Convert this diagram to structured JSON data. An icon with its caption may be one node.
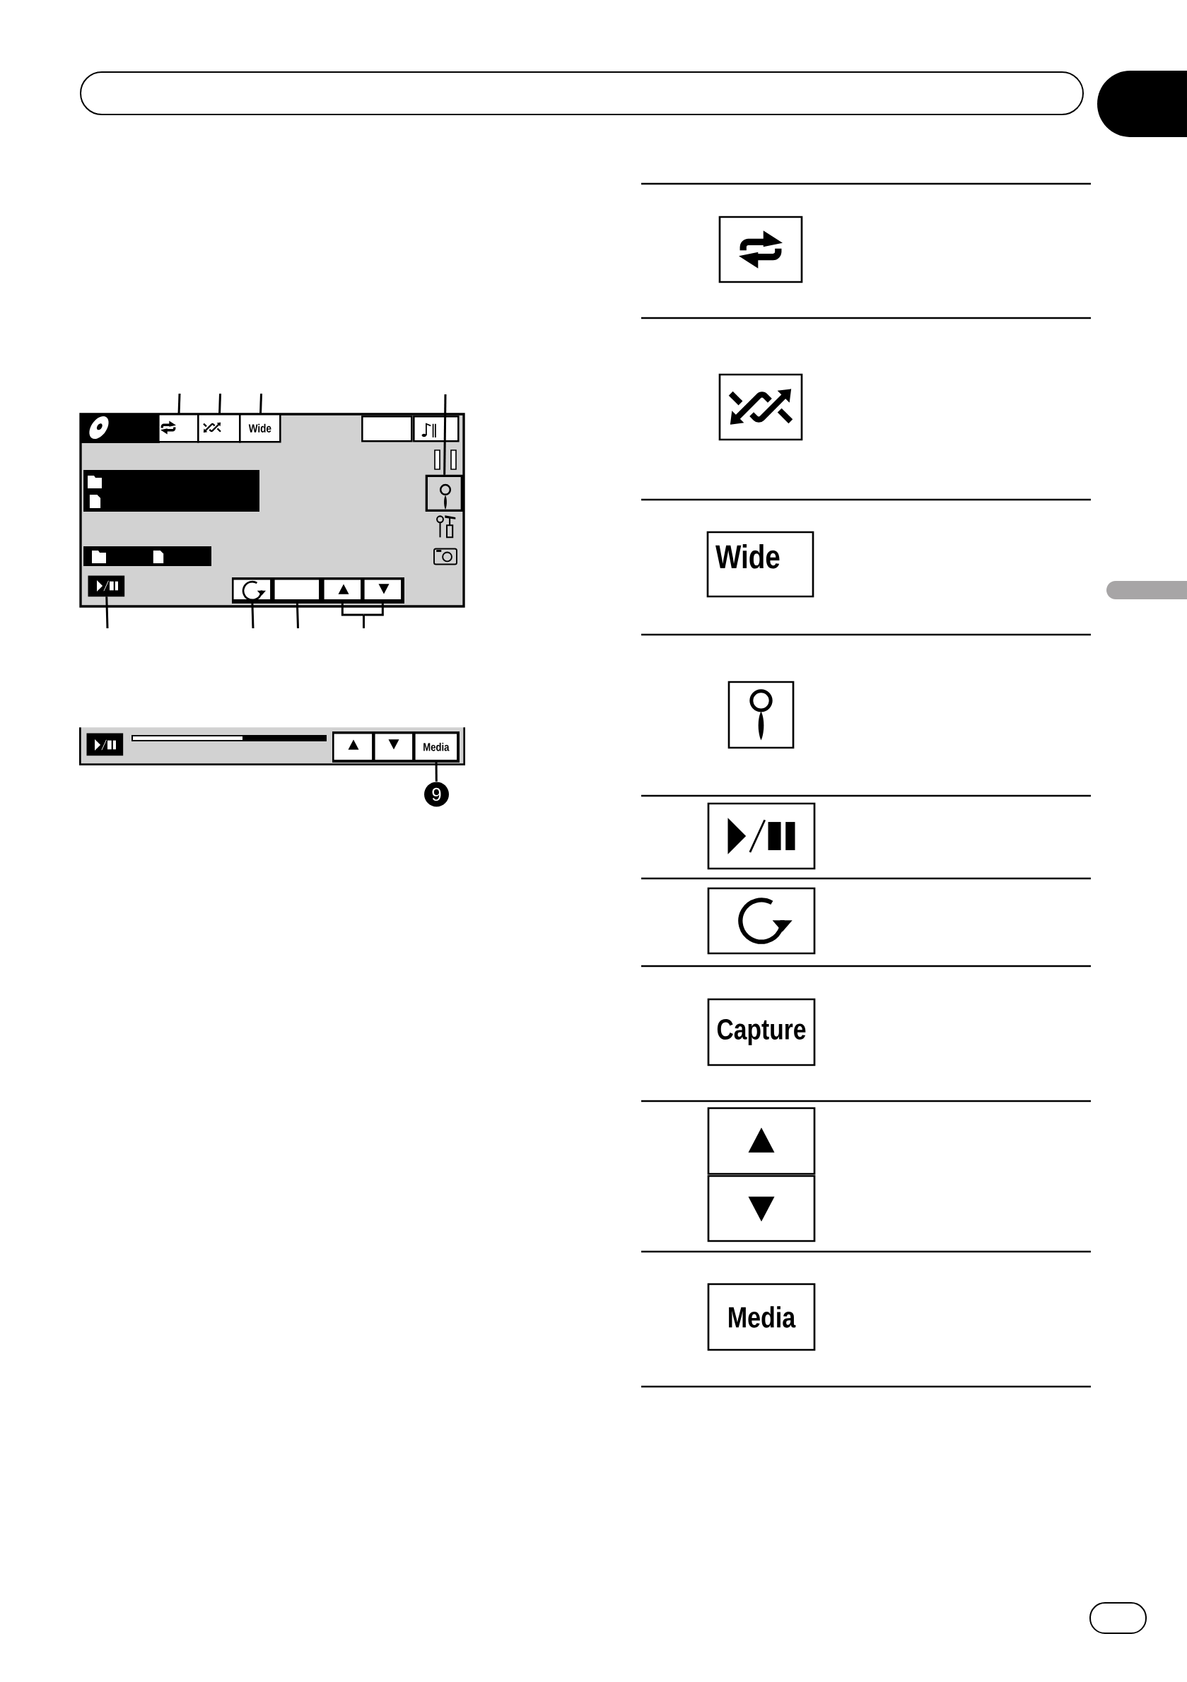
{
  "diagram": {
    "nodes": [
      {
        "text": [],
        "shape": "box"
      },
      {
        "text": [],
        "shape": "box"
      },
      {
        "text": [],
        "shape": "box"
      },
      {
        "text": [],
        "shape": "box",
        "in": 2
      },
      {
        "text": [],
        "shape": "box",
        "in": 2
      },
      {
        "text": [
          "Wide"
        ],
        "in": 2
      },
      {
        "text": [],
        "shape": "box",
        "in": 2
      },
      {
        "text": [],
        "shape": "box",
        "in": 2
      },
      {
        "text": [],
        "shape": "box",
        "in": 2
      },
      {
        "text": [],
        "shape": "box",
        "in": 2
      },
      {
        "text": [],
        "shape": "box",
        "in": 2
      },
      {
        "text": [],
        "shape": "box",
        "in": 2
      },
      {
        "text": [],
        "shape": "box",
        "in": 2
      },
      {
        "text": [],
        "shape": "box",
        "in": 2
      },
      {
        "text": [],
        "shape": "box"
      },
      {
        "text": [],
        "shape": "box",
        "in": 14
      },
      {
        "text": [],
        "shape": "box",
        "in": 14
      },
      {
        "text": [],
        "shape": "box",
        "in": 14
      },
      {
        "text": [
          "Media"
        ],
        "in": 14
      },
      {
        "text": [
          "9"
        ]
      },
      {
        "text": [],
        "shape": "box"
      },
      {
        "text": [],
        "shape": "box"
      },
      {
        "text": [
          "Wide"
        ]
      },
      {
        "text": [],
        "shape": "box"
      },
      {
        "text": [],
        "shape": "box"
      },
      {
        "text": [],
        "shape": "box"
      },
      {
        "text": [
          "Capture"
        ]
      },
      {
        "text": [],
        "shape": "box"
      },
      {
        "text": [],
        "shape": "box"
      },
      {
        "text": [
          "Media"
        ]
      },
      {
        "text": [],
        "shape": "box"
      },
      {
        "text": [],
        "shape": "box"
      }
    ],
    "edges": [
      {
        "from": null,
        "to": 3,
        "arrow": "none"
      },
      {
        "from": null,
        "to": 4,
        "arrow": "none"
      },
      {
        "from": null,
        "to": 5,
        "arrow": "none"
      },
      {
        "from": null,
        "to": 8,
        "arrow": "none"
      },
      {
        "from": null,
        "to": 9,
        "arrow": "none"
      },
      {
        "from": null,
        "to": 10,
        "arrow": "none"
      },
      {
        "from": null,
        "to": 11,
        "arrow": "none"
      },
      {
        "from": null,
        "to": 12,
        "arrow": "none"
      },
      {
        "from": null,
        "to": 13,
        "arrow": "none"
      },
      {
        "from": 19,
        "to": 18,
        "arrow": "none"
      }
    ]
  }
}
